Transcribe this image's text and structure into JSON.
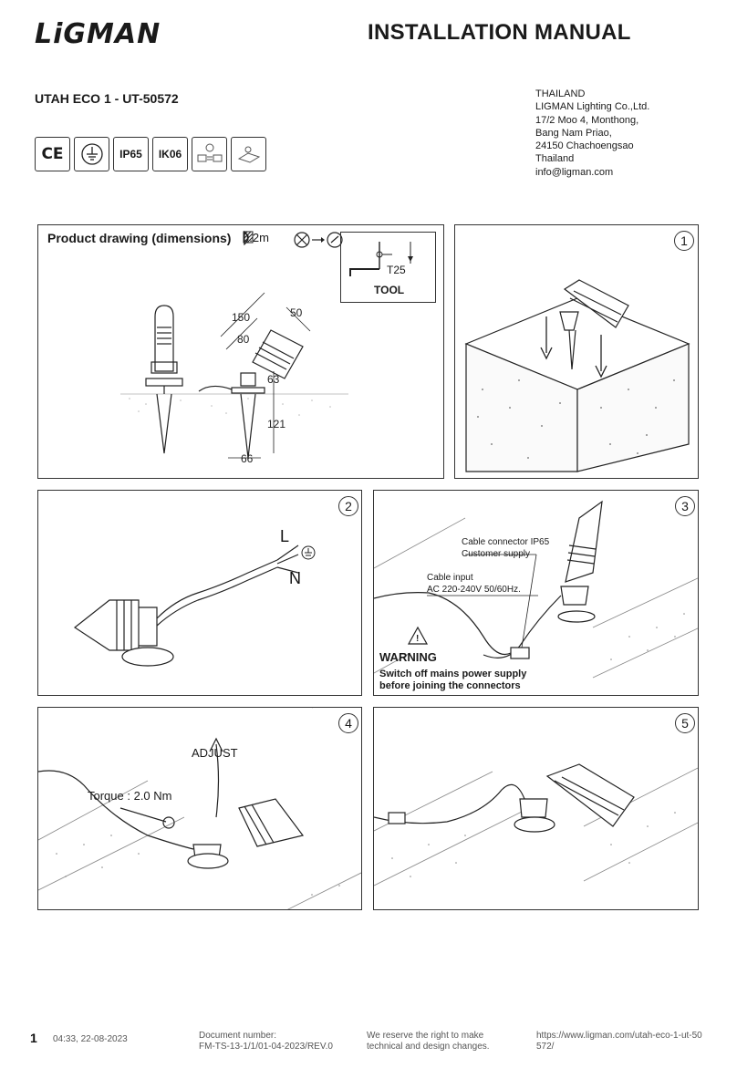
{
  "header": {
    "brand": "LiGMAN",
    "doc_title": "INSTALLATION MANUAL",
    "model": "UTAH ECO 1 - UT-50572"
  },
  "address": {
    "lines": [
      "THAILAND",
      "LIGMAN Lighting Co.,Ltd.",
      "17/2 Moo 4, Monthong,",
      "Bang Nam Priao,",
      "24150 Chachoengsao",
      "Thailand",
      "info@ligman.com"
    ]
  },
  "certifications": {
    "ce": "CE",
    "ip": "IP65",
    "ik": "IK06"
  },
  "product_drawing": {
    "title": "Product drawing (dimensions)",
    "distance": "0.2m",
    "tool_label": "TOOL",
    "tool_bit": "T25",
    "dims": {
      "d150": "150",
      "d50": "50",
      "d80": "80",
      "d63": "63",
      "d121": "121",
      "d66": "66"
    }
  },
  "steps": {
    "s1": "1",
    "s2": "2",
    "s3": "3",
    "s4": "4",
    "s5": "5"
  },
  "step2": {
    "L": "L",
    "N": "N"
  },
  "step3": {
    "connector": "Cable connector IP65",
    "customer_supply": "Customer supply",
    "cable_input": "Cable input",
    "voltage": "AC 220-240V 50/60Hz.",
    "warning": "WARNING",
    "warning_l1": "Switch off mains power supply",
    "warning_l2": "before joining the connectors"
  },
  "step4": {
    "adjust": "ADJUST",
    "torque": "Torque : 2.0 Nm"
  },
  "footer": {
    "page": "1",
    "timestamp": "04:33, 22-08-2023",
    "docnum_l1": "Document number:",
    "docnum_l2": "FM-TS-13-1/1/01-04-2023/REV.0",
    "reserve_l1": "We reserve the right to make",
    "reserve_l2": "technical and design changes.",
    "url_l1": "https://www.ligman.com/utah-eco-1-ut-50",
    "url_l2": "572/"
  }
}
